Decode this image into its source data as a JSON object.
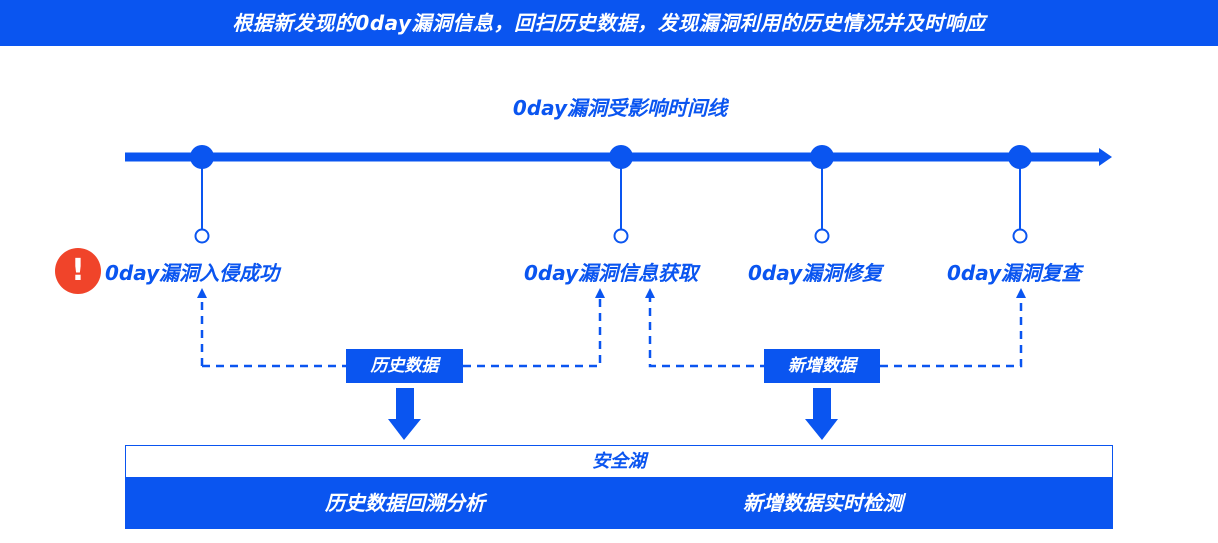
{
  "header": {
    "banner_text": "根据新发现的0day漏洞信息，回扫历史数据，发现漏洞利用的历史情况并及时响应"
  },
  "timeline": {
    "title": "0day漏洞受影响时间线",
    "events": [
      {
        "label": "0day漏洞入侵成功"
      },
      {
        "label": "0day漏洞信息获取"
      },
      {
        "label": "0day漏洞修复"
      },
      {
        "label": "0day漏洞复查"
      }
    ]
  },
  "data_sources": {
    "history": "历史数据",
    "new": "新增数据"
  },
  "security_lake": {
    "title": "安全湖",
    "left_function": "历史数据回溯分析",
    "right_function": "新增数据实时检测"
  },
  "icons": {
    "alert": "exclamation-alert-icon"
  },
  "colors": {
    "primary": "#0a55f0",
    "alert": "#f0442a"
  }
}
